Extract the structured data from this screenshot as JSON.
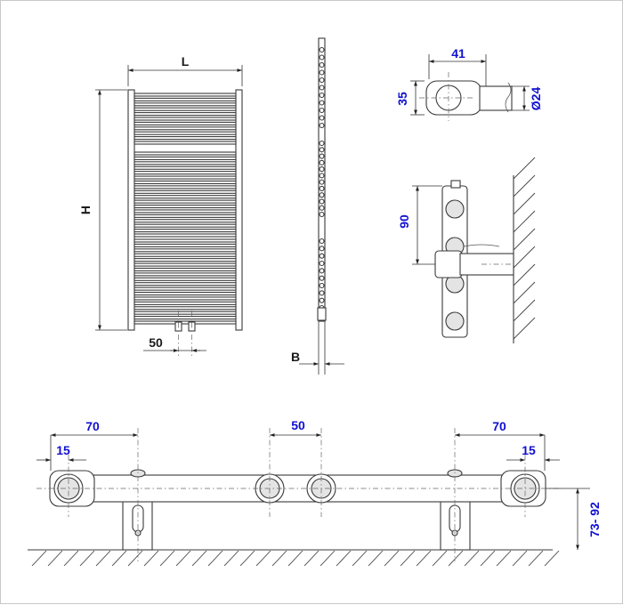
{
  "front_view": {
    "width_label": "L",
    "height_label": "H",
    "pipe_spacing": "50"
  },
  "side_view": {
    "depth_label": "B"
  },
  "bracket_top": {
    "width": "41",
    "height": "35",
    "diameter": "Ø24"
  },
  "bracket_side": {
    "spacing": "90"
  },
  "bottom_view": {
    "left_offset": "70",
    "left_inset": "15",
    "center_spacing": "50",
    "right_offset": "70",
    "right_inset": "15",
    "wall_distance": "73- 92"
  },
  "colors": {
    "dimension_text": "#1010d0",
    "letter_text": "#1a1a1a",
    "lines": "#3a3a3a"
  }
}
